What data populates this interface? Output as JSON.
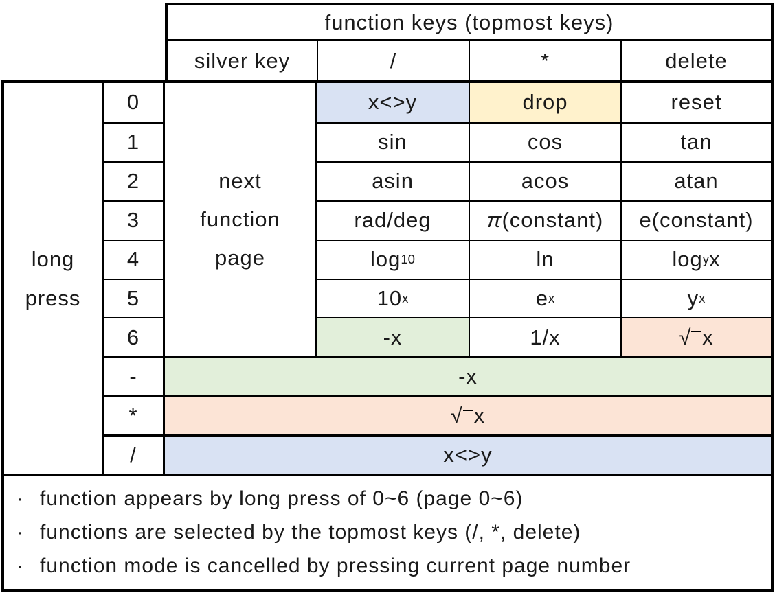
{
  "header": {
    "title": "function keys (topmost keys)",
    "columns": [
      "silver key",
      "/",
      "*",
      "delete"
    ]
  },
  "long_press": {
    "lines": [
      "long",
      "press"
    ]
  },
  "next_function_page": {
    "lines": [
      "next",
      "function",
      "page"
    ]
  },
  "function_rows": [
    {
      "page": "0",
      "slash": "x<>y",
      "star": "drop",
      "delete": "reset"
    },
    {
      "page": "1",
      "slash": "sin",
      "star": "cos",
      "delete": "tan"
    },
    {
      "page": "2",
      "slash": "asin",
      "star": "acos",
      "delete": "atan"
    },
    {
      "page": "3",
      "slash": "rad/deg",
      "star": "<i>π</i> (constant)",
      "delete": "e(constant)"
    },
    {
      "page": "4",
      "slash": "log<sub>10</sub>",
      "star": "ln",
      "delete": "log<sub>y</sub>x"
    },
    {
      "page": "5",
      "slash": "10<sup>x</sup>",
      "star": "e<sup>x</sup>",
      "delete": "y<sup>x</sup>"
    },
    {
      "page": "6",
      "slash": "-x",
      "star": "1/x",
      "delete": "√<span class='vinculum'></span>x"
    }
  ],
  "shortcut_rows": [
    {
      "key": "-",
      "label": "-x"
    },
    {
      "key": "*",
      "label": "√<span class='vinculum'></span>x"
    },
    {
      "key": "/",
      "label": "x<>y"
    }
  ],
  "bullet": "·",
  "notes": [
    "function appears by long press of 0~6 (page 0~6)",
    "functions are selected by the topmost keys (/, *, delete)",
    "function mode is cancelled by pressing current page number"
  ],
  "colors": {
    "highlight_blue": "#D9E2F3",
    "highlight_yellow": "#FFF2CC",
    "highlight_green": "#E2EFDA",
    "highlight_orange": "#FCE4D6",
    "border": "#000000",
    "background": "#FFFFFF"
  }
}
